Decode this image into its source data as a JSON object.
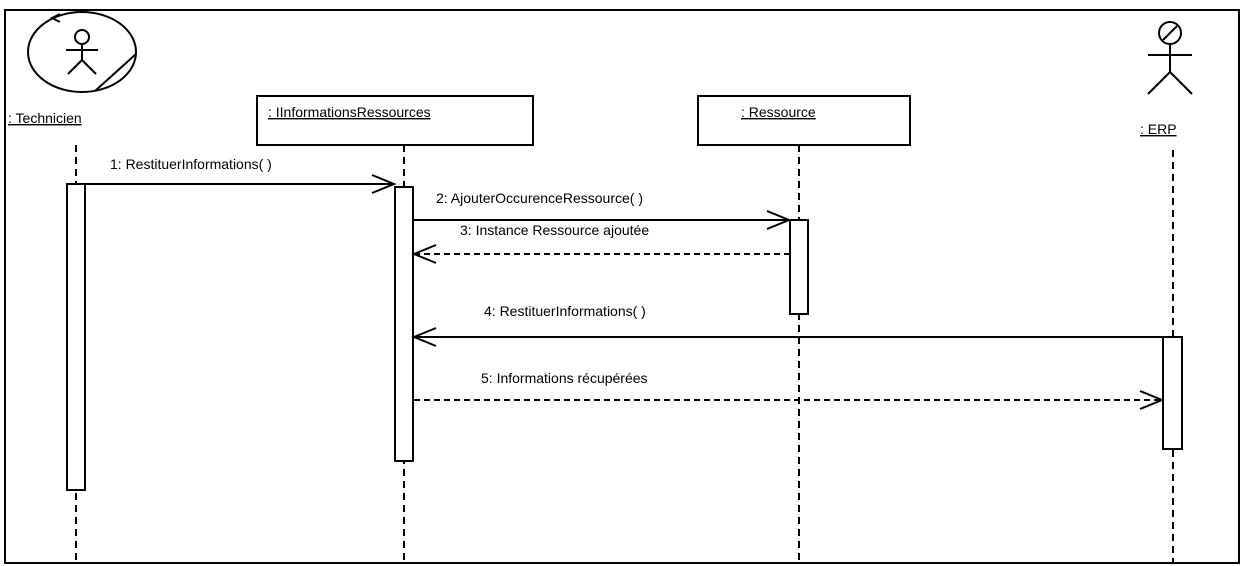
{
  "participants": {
    "technicien": {
      "label": ": Technicien"
    },
    "iinformations": {
      "label": ": IInformationsRessources"
    },
    "ressource": {
      "label": ": Ressource"
    },
    "erp": {
      "label": ": ERP"
    }
  },
  "messages": {
    "m1": {
      "label": "1: RestituerInformations( )",
      "kind": "call"
    },
    "m2": {
      "label": "2: AjouterOccurenceRessource( )",
      "kind": "call"
    },
    "m3": {
      "label": "3: Instance Ressource ajoutée",
      "kind": "return"
    },
    "m4": {
      "label": "4: RestituerInformations( )",
      "kind": "call"
    },
    "m5": {
      "label": "5: Informations récupérées",
      "kind": "return"
    }
  },
  "colors": {
    "ink": "#000000",
    "background": "#ffffff"
  }
}
